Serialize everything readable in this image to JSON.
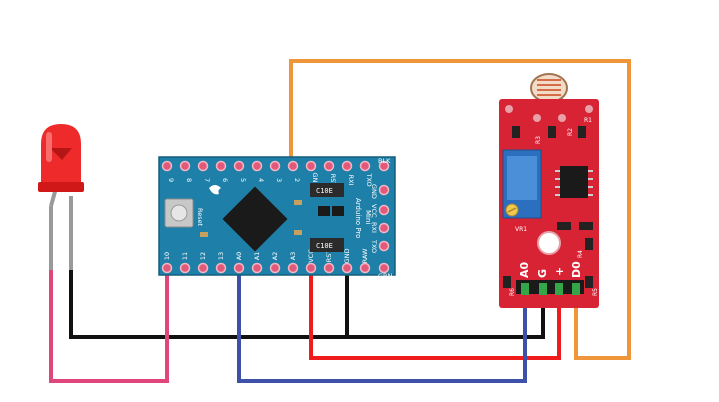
{
  "arduino": {
    "top_pins": [
      "9",
      "8",
      "7",
      "6",
      "5",
      "4",
      "3",
      "2",
      "GND",
      "RST",
      "RXI",
      "TXO"
    ],
    "bottom_pins": [
      "10",
      "11",
      "12",
      "13",
      "A0",
      "A1",
      "A2",
      "A3",
      "VCC",
      "RST",
      "GND",
      "RAW"
    ],
    "right_side_pins": [
      "BLK",
      "GND",
      "VCC",
      "RXI",
      "TXO",
      "GRN"
    ],
    "board_name_1": "Arduino Pro",
    "board_name_2": "Mini",
    "reset_label": "Reset",
    "chip_marking_1": "C10E",
    "chip_marking_2": "C10E"
  },
  "sensor": {
    "pins": [
      "A0",
      "G",
      "+",
      "D0"
    ],
    "labels": [
      "R1",
      "R2",
      "R3",
      "VR1",
      "R4",
      "R5",
      "R6"
    ],
    "colors": {
      "board": "#d82335",
      "pot": "#2c6fbf"
    }
  },
  "wires": {
    "colors": {
      "orange": "#f0963a",
      "black": "#111111",
      "red": "#ee1c1c",
      "blue": "#3e51a8",
      "pink": "#e0457b",
      "gray": "#9a9a9a"
    }
  }
}
